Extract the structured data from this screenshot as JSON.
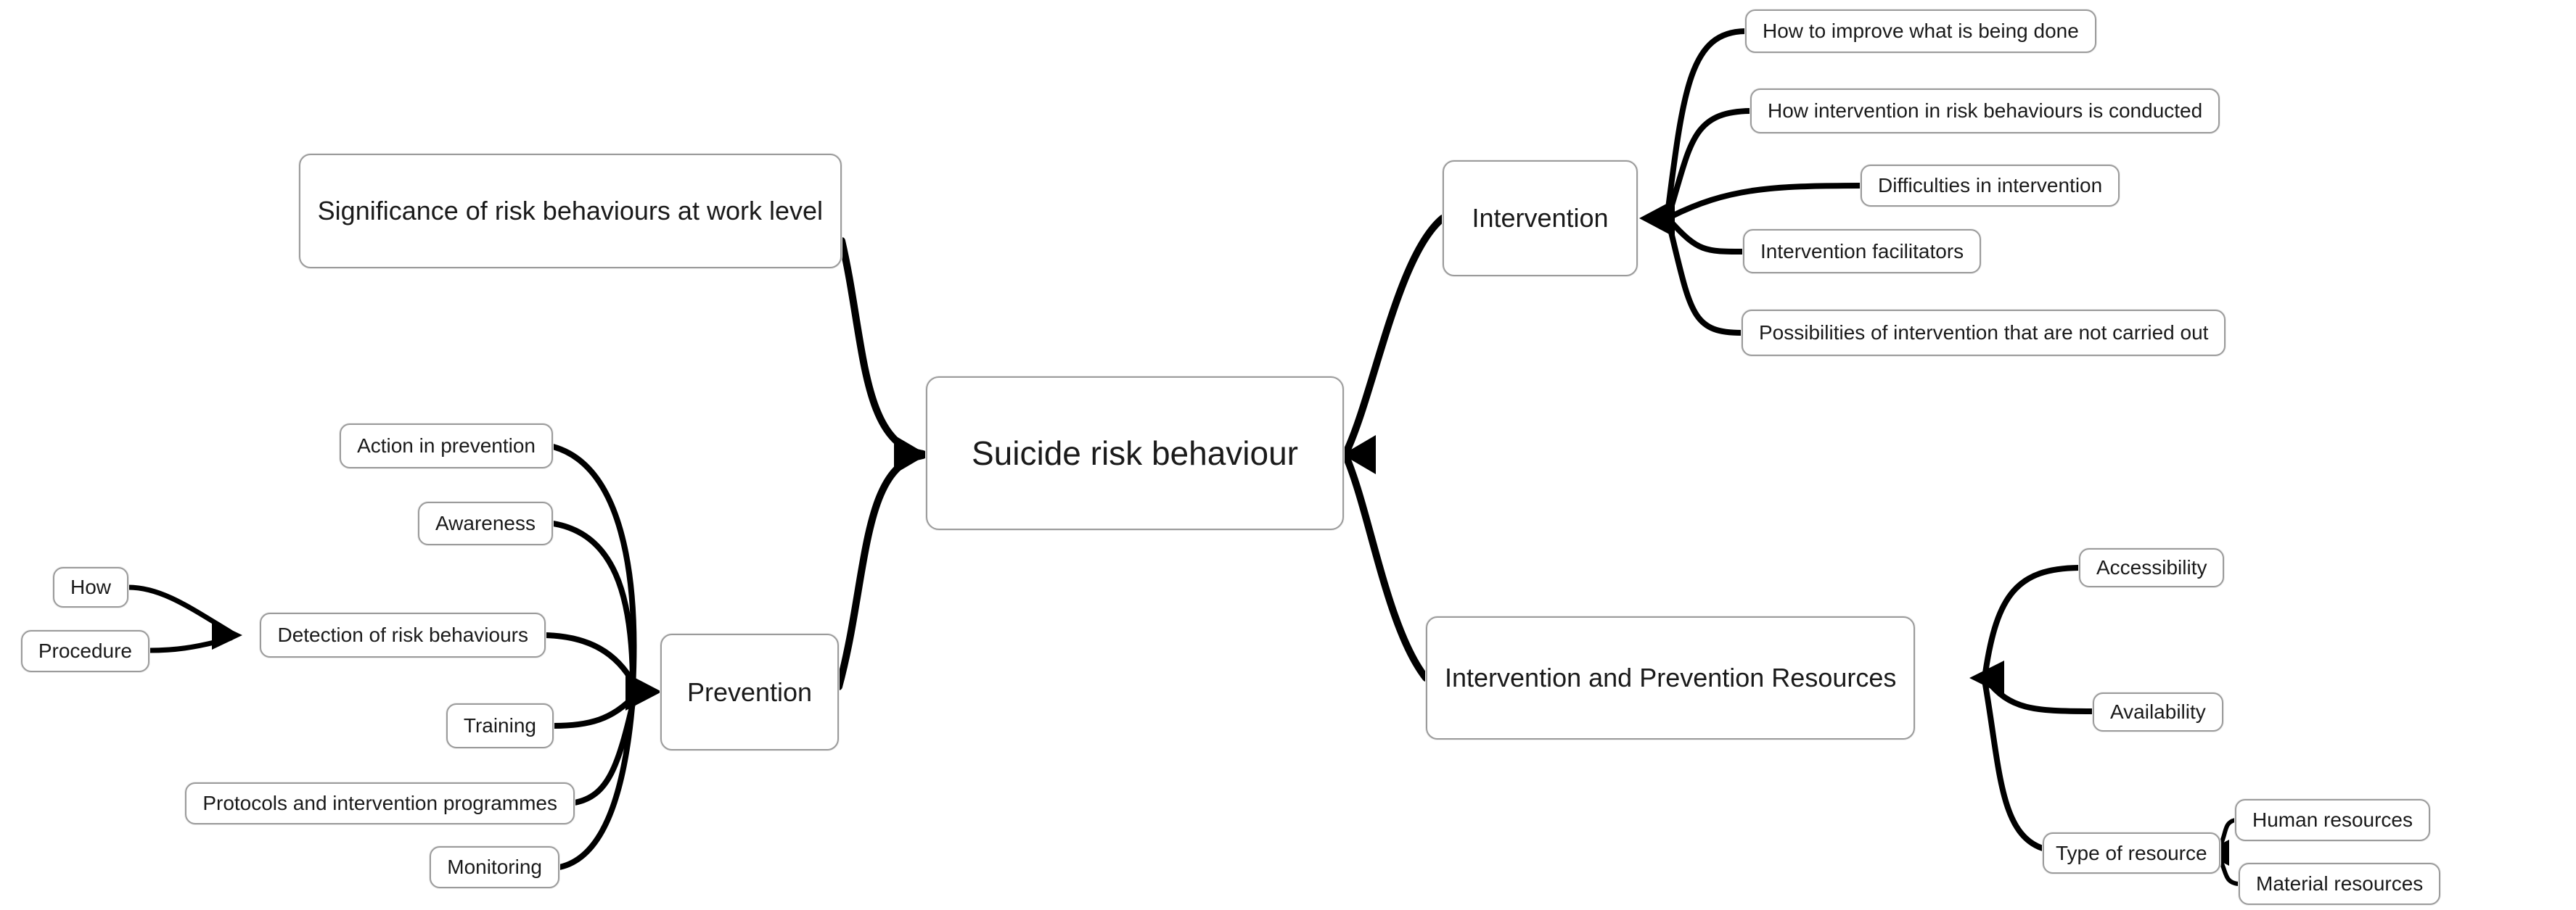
{
  "canvas": {
    "background_color": "#ffffff",
    "line_color": "#000000",
    "box_border_color": "#9b9b9b",
    "text_color": "#1a1a1a"
  },
  "mindmap": {
    "root": {
      "label": "Suicide risk behaviour"
    },
    "branches": [
      {
        "label": "Significance of risk behaviours at work level",
        "children": []
      },
      {
        "label": "Intervention",
        "children": [
          {
            "label": "How to improve what is being done"
          },
          {
            "label": "How intervention in risk behaviours is conducted"
          },
          {
            "label": "Difficulties in intervention"
          },
          {
            "label": "Intervention facilitators"
          },
          {
            "label": "Possibilities of intervention that are not carried out"
          }
        ]
      },
      {
        "label": "Prevention",
        "children": [
          {
            "label": "Action in prevention"
          },
          {
            "label": "Awareness"
          },
          {
            "label": "Detection of risk behaviours",
            "children": [
              {
                "label": "How"
              },
              {
                "label": "Procedure"
              }
            ]
          },
          {
            "label": "Training"
          },
          {
            "label": "Protocols and intervention programmes"
          },
          {
            "label": "Monitoring"
          }
        ]
      },
      {
        "label": "Intervention and Prevention Resources",
        "children": [
          {
            "label": "Accessibility"
          },
          {
            "label": "Availability"
          },
          {
            "label": "Type of resource",
            "children": [
              {
                "label": "Human resources"
              },
              {
                "label": "Material resources"
              }
            ]
          }
        ]
      }
    ]
  }
}
